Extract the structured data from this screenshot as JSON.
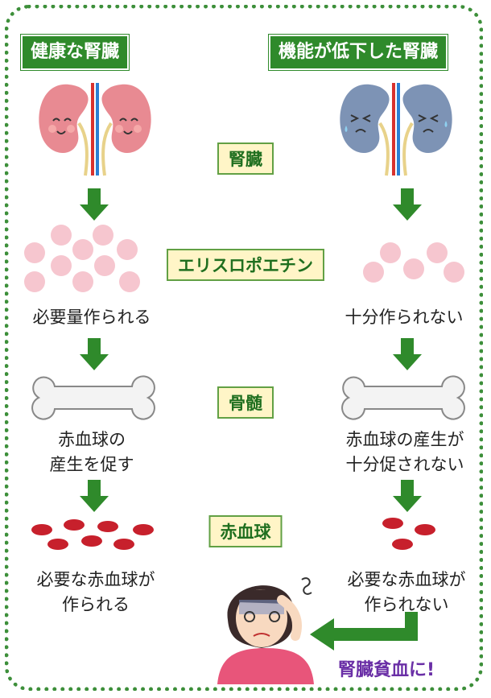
{
  "headers": {
    "left": "健康な腎臓",
    "right": "機能が低下した腎臓"
  },
  "labels": {
    "kidney": "腎臓",
    "epo": "エリスロポエチン",
    "marrow": "骨髄",
    "rbc": "赤血球"
  },
  "left": {
    "epo_text": "必要量作られる",
    "marrow_line1": "赤血球の",
    "marrow_line2": "産生を促す",
    "rbc_line1": "必要な赤血球が",
    "rbc_line2": "作られる"
  },
  "right": {
    "epo_text": "十分作られない",
    "marrow_line1": "赤血球の産生が",
    "marrow_line2": "十分促されない",
    "rbc_line1": "必要な赤血球が",
    "rbc_line2": "作られない"
  },
  "conclusion": "腎臓貧血に!",
  "colors": {
    "green": "#2f8a2b",
    "label_bg": "#fff5c7",
    "epo_pink": "#f6c6cf",
    "rbc_red": "#c7202c",
    "conclusion": "#6a2fa6"
  }
}
